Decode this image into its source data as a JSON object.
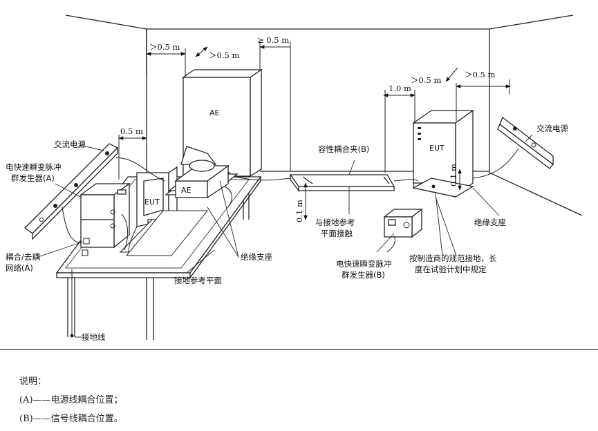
{
  "diagram": {
    "labels": {
      "ac_power_left": "交流电源",
      "eft_gen_a_line1": "电快速瞬变脉冲",
      "eft_gen_a_line2": "群发生器(A)",
      "cdn_line1": "耦合/去耦",
      "cdn_line2": "网络(A)",
      "ground_wire": "接地线",
      "ground_plane": "接地参考平面",
      "insulating_support_mid": "绝缘支座",
      "capacitive_clamp": "容性耦合夹(B)",
      "contact_ground_line1": "与接地参考",
      "contact_ground_line2": "平面接触",
      "eft_gen_b_line1": "电快速瞬变脉冲",
      "eft_gen_b_line2": "群发生器(B)",
      "mfr_ground_line1": "按制造商的规范接地，长",
      "mfr_ground_line2": "度在试验计划中规定",
      "insulating_support_right": "绝缘支座",
      "ac_power_right": "交流电源",
      "ae_rear": "AE",
      "ae_table": "AE",
      "eut_table": "EUT",
      "eut_floor": "EUT"
    },
    "dimensions": {
      "d_top_left": "＞0.5 m",
      "d_top_left2": "＞0.5 m",
      "d_top_mid": "≥ 0.5 m",
      "d_table": "0.5 m",
      "d_clamp": "1.0 m",
      "d_eut_left": "＞0.5 m",
      "d_eut_right": "＞0.5 m",
      "d_eut_height": "0.1 m",
      "d_clamp_height": "0.1 m"
    }
  },
  "legend": {
    "title": "说明：",
    "item_a": "(A)——电源线耦合位置；",
    "item_b": "(B)——信号线耦合位置。"
  }
}
